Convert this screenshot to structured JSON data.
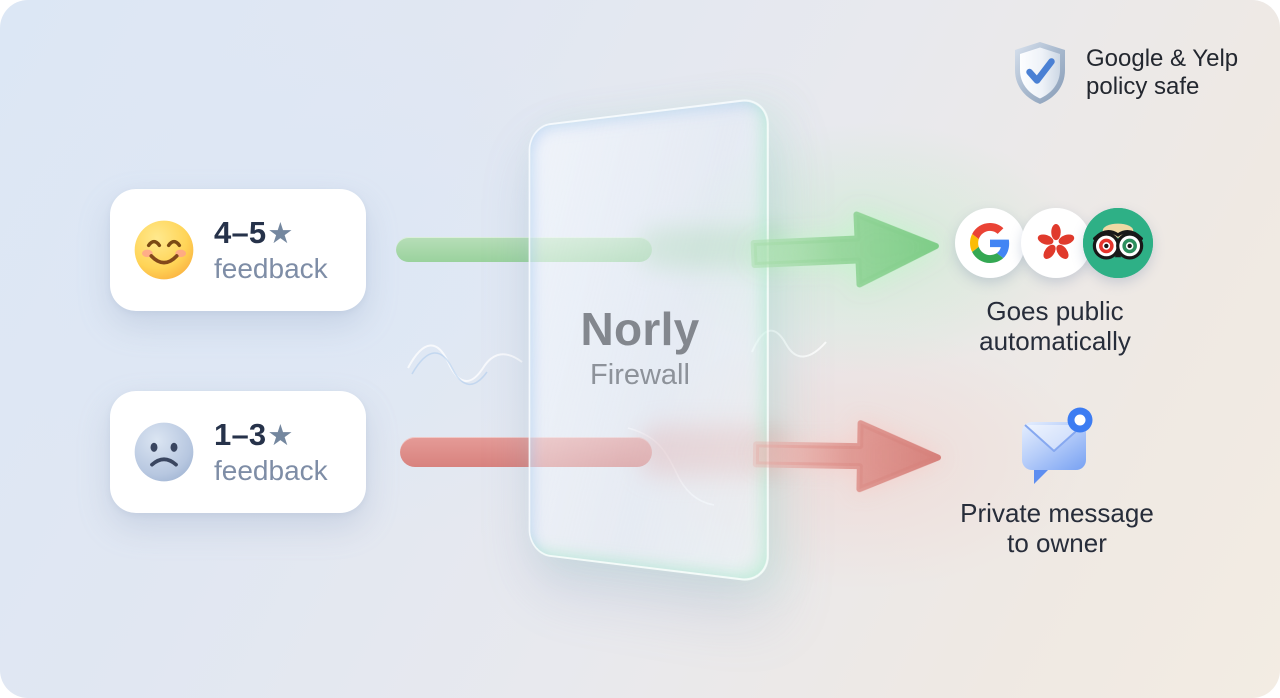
{
  "badge": {
    "icon": "shield-check",
    "lines": [
      "Google & Yelp",
      "policy safe"
    ]
  },
  "inputs": [
    {
      "emoji": "happy-face",
      "rating": "4–5",
      "star": "★",
      "label": "feedback"
    },
    {
      "emoji": "sad-face",
      "rating": "1–3",
      "star": "★",
      "label": "feedback"
    }
  ],
  "firewall": {
    "title": "Norly",
    "subtitle": "Firewall"
  },
  "outcomes": {
    "positive": {
      "platforms": [
        "Google",
        "Yelp",
        "Tripadvisor"
      ],
      "caption_lines": [
        "Goes public",
        "automatically"
      ]
    },
    "negative": {
      "icon": "private-message",
      "caption_lines": [
        "Private message",
        "to owner"
      ]
    }
  },
  "colors": {
    "positive_arrow_green": "#8fd194",
    "negative_arrow_red": "#dd8b85",
    "yelp_red": "#e03a2c",
    "tripadvisor_green": "#2eb086",
    "google_blue": "#4285F4",
    "google_red": "#EA4335",
    "google_yellow": "#FBBC05",
    "google_green": "#34A853",
    "shield_check_blue": "#4a80d4",
    "pill_green": "#9ad29d",
    "pill_red": "#d8827e"
  }
}
